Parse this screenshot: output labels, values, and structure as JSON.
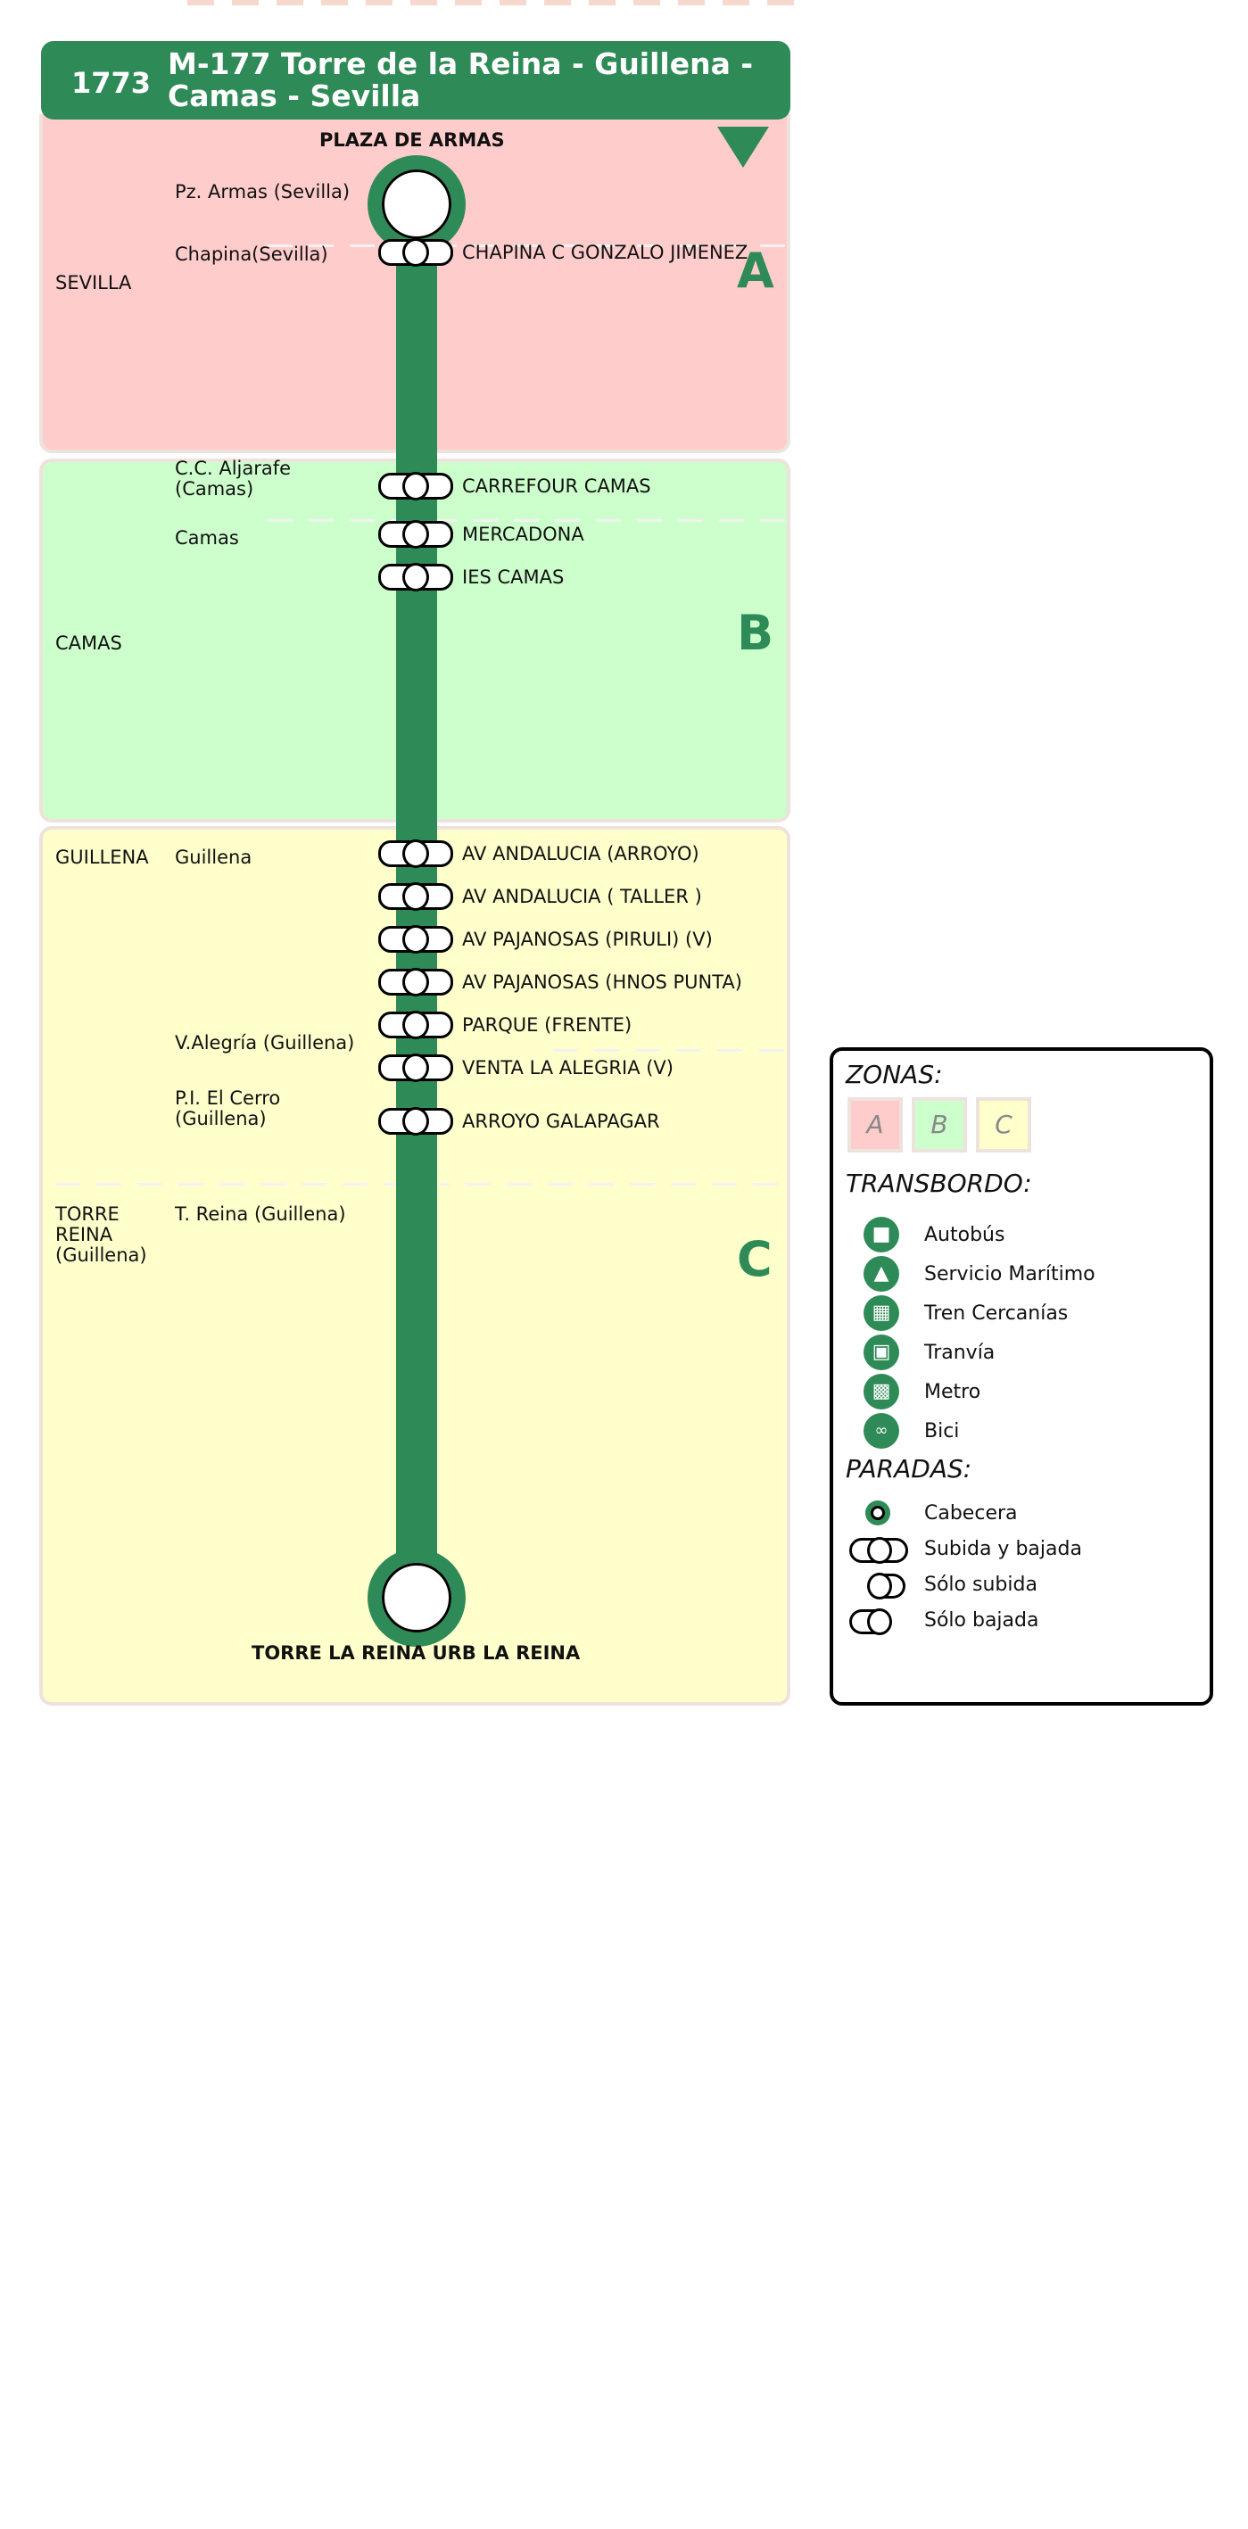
{
  "route": {
    "number": "1773",
    "name": "M-177 Torre de la Reina - Guillena - Camas - Sevilla"
  },
  "origin_title": "PLAZA DE ARMAS",
  "destination_title": "TORRE LA REINA URB LA REINA",
  "zones": [
    {
      "letter": "A",
      "color": "#ffcccc"
    },
    {
      "letter": "B",
      "color": "#ccffcc"
    },
    {
      "letter": "C",
      "color": "#ffffcc"
    }
  ],
  "municipalities": [
    {
      "name": "SEVILLA"
    },
    {
      "name": "CAMAS"
    },
    {
      "name": "GUILLENA"
    },
    {
      "name": "TORRE REINA (Guillena)"
    }
  ],
  "localities": [
    {
      "name": "Pz. Armas (Sevilla)"
    },
    {
      "name": "Chapina(Sevilla)"
    },
    {
      "name": "C.C. Aljarafe (Camas)"
    },
    {
      "name": "Camas"
    },
    {
      "name": "Guillena"
    },
    {
      "name": "V.Alegría (Guillena)"
    },
    {
      "name": "P.I. El Cerro (Guillena)"
    },
    {
      "name": "T. Reina (Guillena)"
    }
  ],
  "stops": [
    {
      "name": "CHAPINA C GONZALO JIMENEZ"
    },
    {
      "name": "CARREFOUR CAMAS"
    },
    {
      "name": "MERCADONA"
    },
    {
      "name": "IES CAMAS"
    },
    {
      "name": "AV ANDALUCIA (ARROYO)"
    },
    {
      "name": "AV ANDALUCIA ( TALLER )"
    },
    {
      "name": "AV PAJANOSAS (PIRULI) (V)"
    },
    {
      "name": "AV PAJANOSAS (HNOS PUNTA)"
    },
    {
      "name": "PARQUE (FRENTE)"
    },
    {
      "name": "VENTA LA ALEGRIA (V)"
    },
    {
      "name": "ARROYO GALAPAGAR"
    }
  ],
  "line_color": "#2e8b57",
  "legend": {
    "zonas_title": "ZONAS:",
    "zones": [
      "A",
      "B",
      "C"
    ],
    "transbordo_title": "TRANSBORDO:",
    "transfers": [
      {
        "icon": "bus-icon",
        "label": "Autobús"
      },
      {
        "icon": "ship-icon",
        "label": "Servicio Marítimo"
      },
      {
        "icon": "train-icon",
        "label": "Tren Cercanías"
      },
      {
        "icon": "tram-icon",
        "label": "Tranvía"
      },
      {
        "icon": "metro-icon",
        "label": "Metro"
      },
      {
        "icon": "bike-icon",
        "label": "Bici"
      }
    ],
    "paradas_title": "PARADAS:",
    "stop_types": [
      {
        "icon": "terminal-icon",
        "label": "Cabecera"
      },
      {
        "icon": "board-alight-icon",
        "label": "Subida y bajada"
      },
      {
        "icon": "board-only-icon",
        "label": "Sólo subida"
      },
      {
        "icon": "alight-only-icon",
        "label": "Sólo bajada"
      }
    ]
  }
}
